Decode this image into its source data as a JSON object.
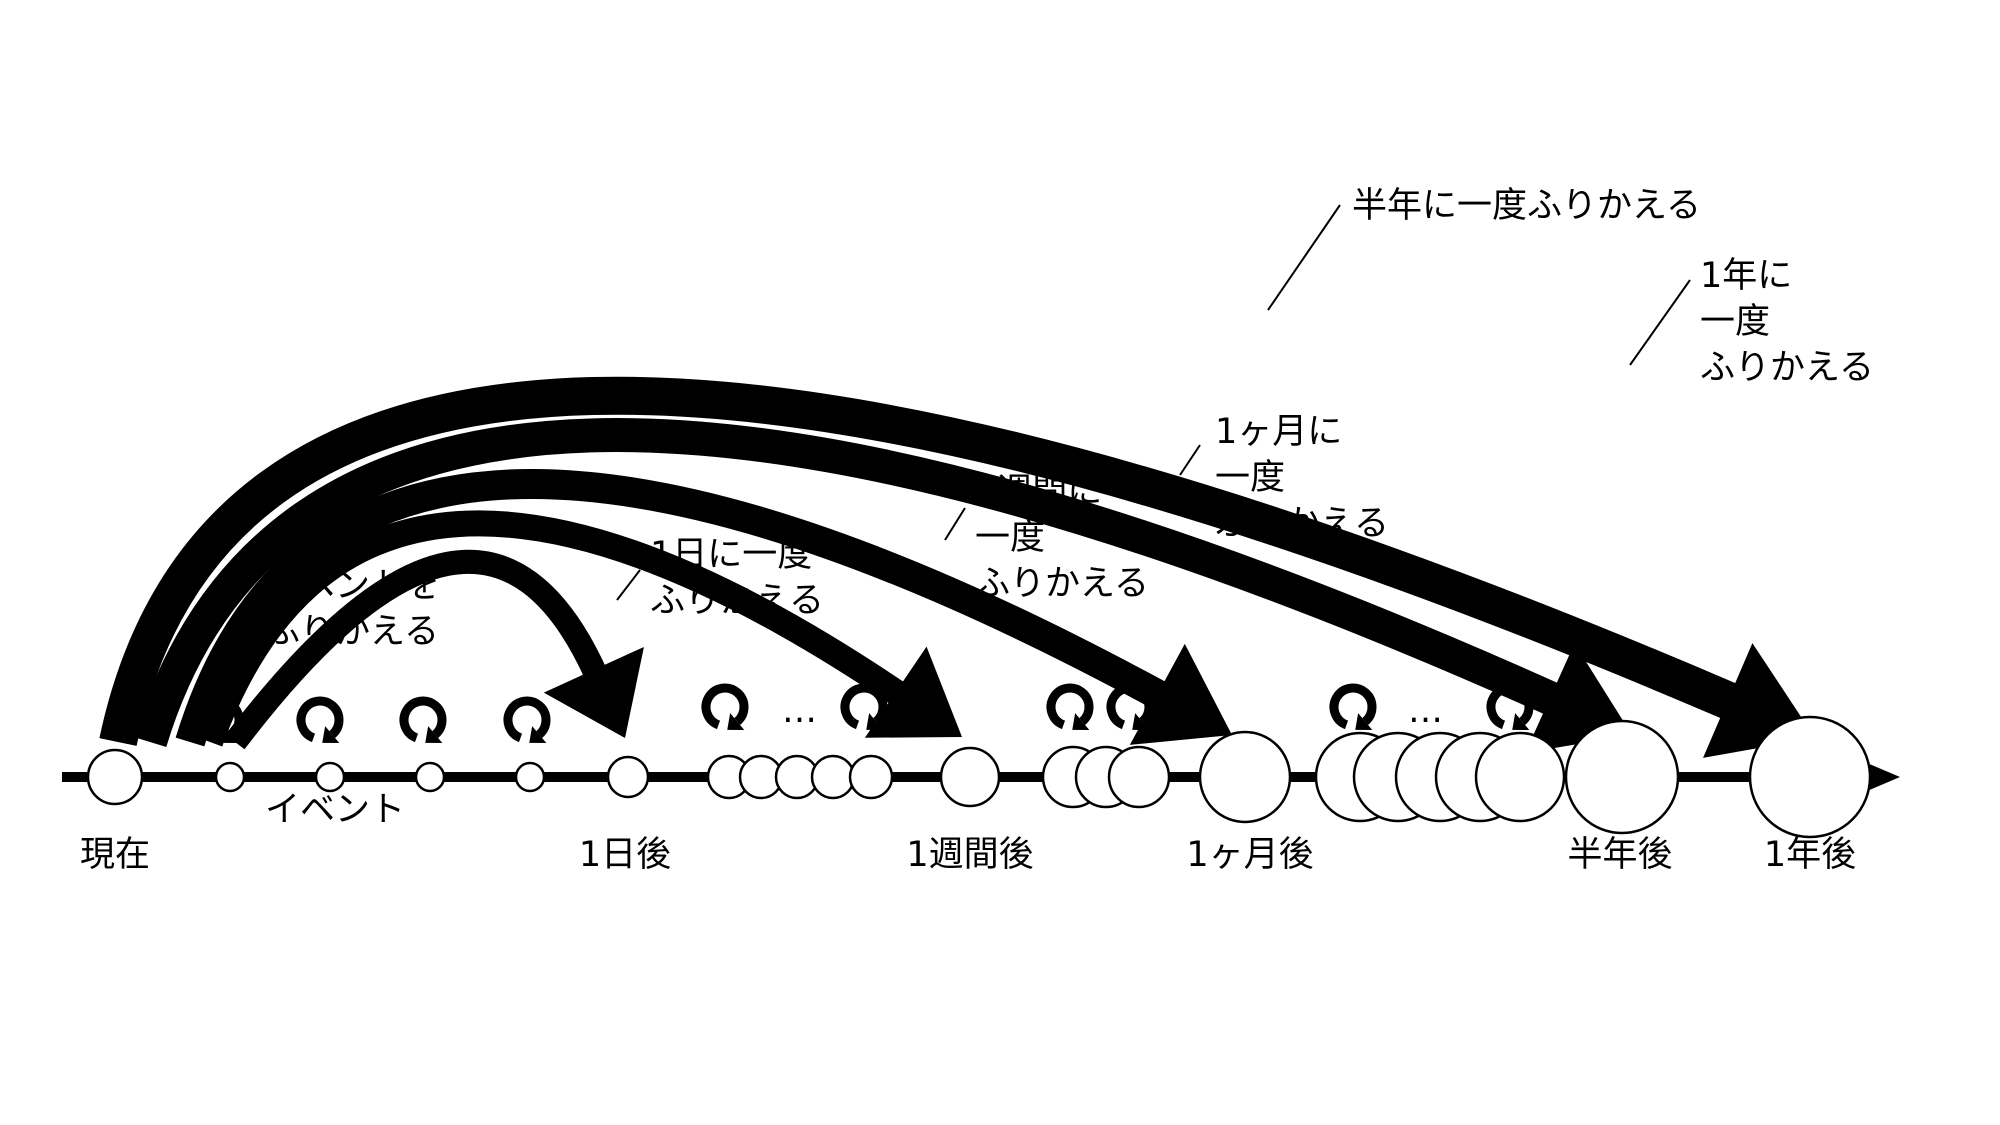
{
  "colors": {
    "stroke": "#000000",
    "fill": "#ffffff"
  },
  "timeline": {
    "milestones": [
      "現在",
      "1日後",
      "1週間後",
      "1ヶ月後",
      "半年後",
      "1年後"
    ]
  },
  "labels": {
    "event": "イベント",
    "event_review": "イベントを\nふりかえる",
    "daily": "1日に一度\nふりかえる",
    "weekly": "1週間に\n一度\nふりかえる",
    "monthly": "1ヶ月に\n一度\nふりかえる",
    "half_year": "半年に一度ふりかえる",
    "yearly": "1年に\n一度\nふりかえる",
    "ellipsis_1": "…",
    "ellipsis_2": "…"
  },
  "icons": {
    "review_cycle": "circular-arrow-icon",
    "timeline_end": "arrowhead-icon"
  }
}
